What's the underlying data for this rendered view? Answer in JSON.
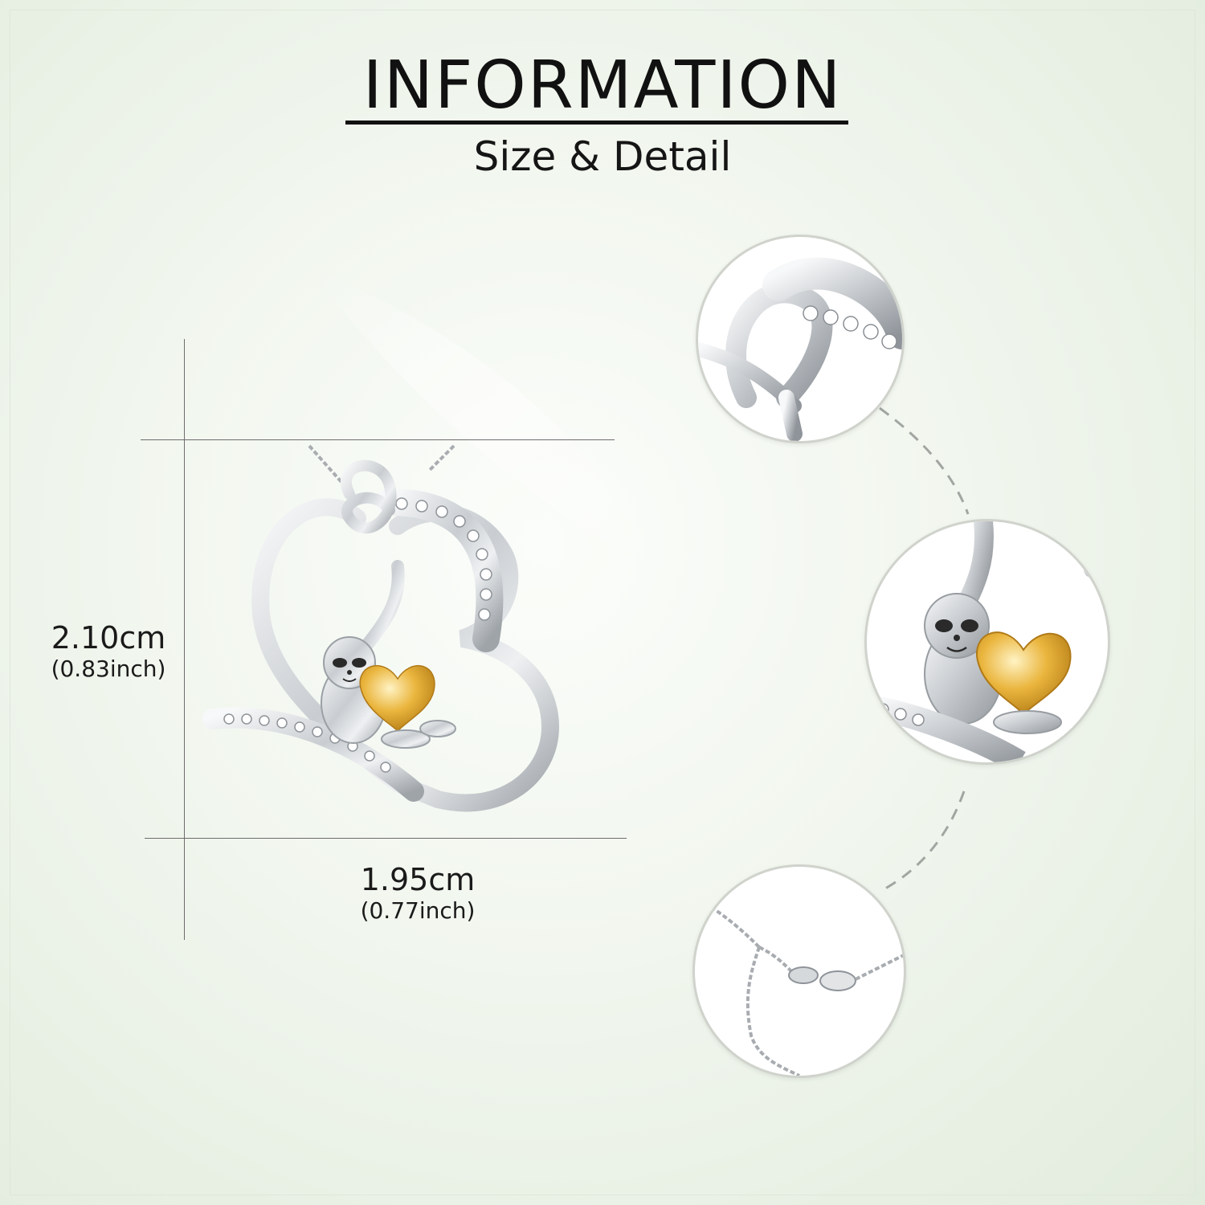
{
  "header": {
    "title": "INFORMATION",
    "subtitle": "Size & Detail"
  },
  "dimensions": {
    "height": {
      "metric": "2.10cm",
      "imperial": "(0.83inch)"
    },
    "width": {
      "metric": "1.95cm",
      "imperial": "(0.77inch)"
    }
  },
  "colors": {
    "background": "#f1f6ee",
    "silver": "#d9dcdf",
    "gold": "#e8b43a",
    "text": "#111111"
  },
  "detail_views": [
    "heart-knot-closeup",
    "sloth-heart-closeup",
    "chain-clasp-closeup"
  ]
}
